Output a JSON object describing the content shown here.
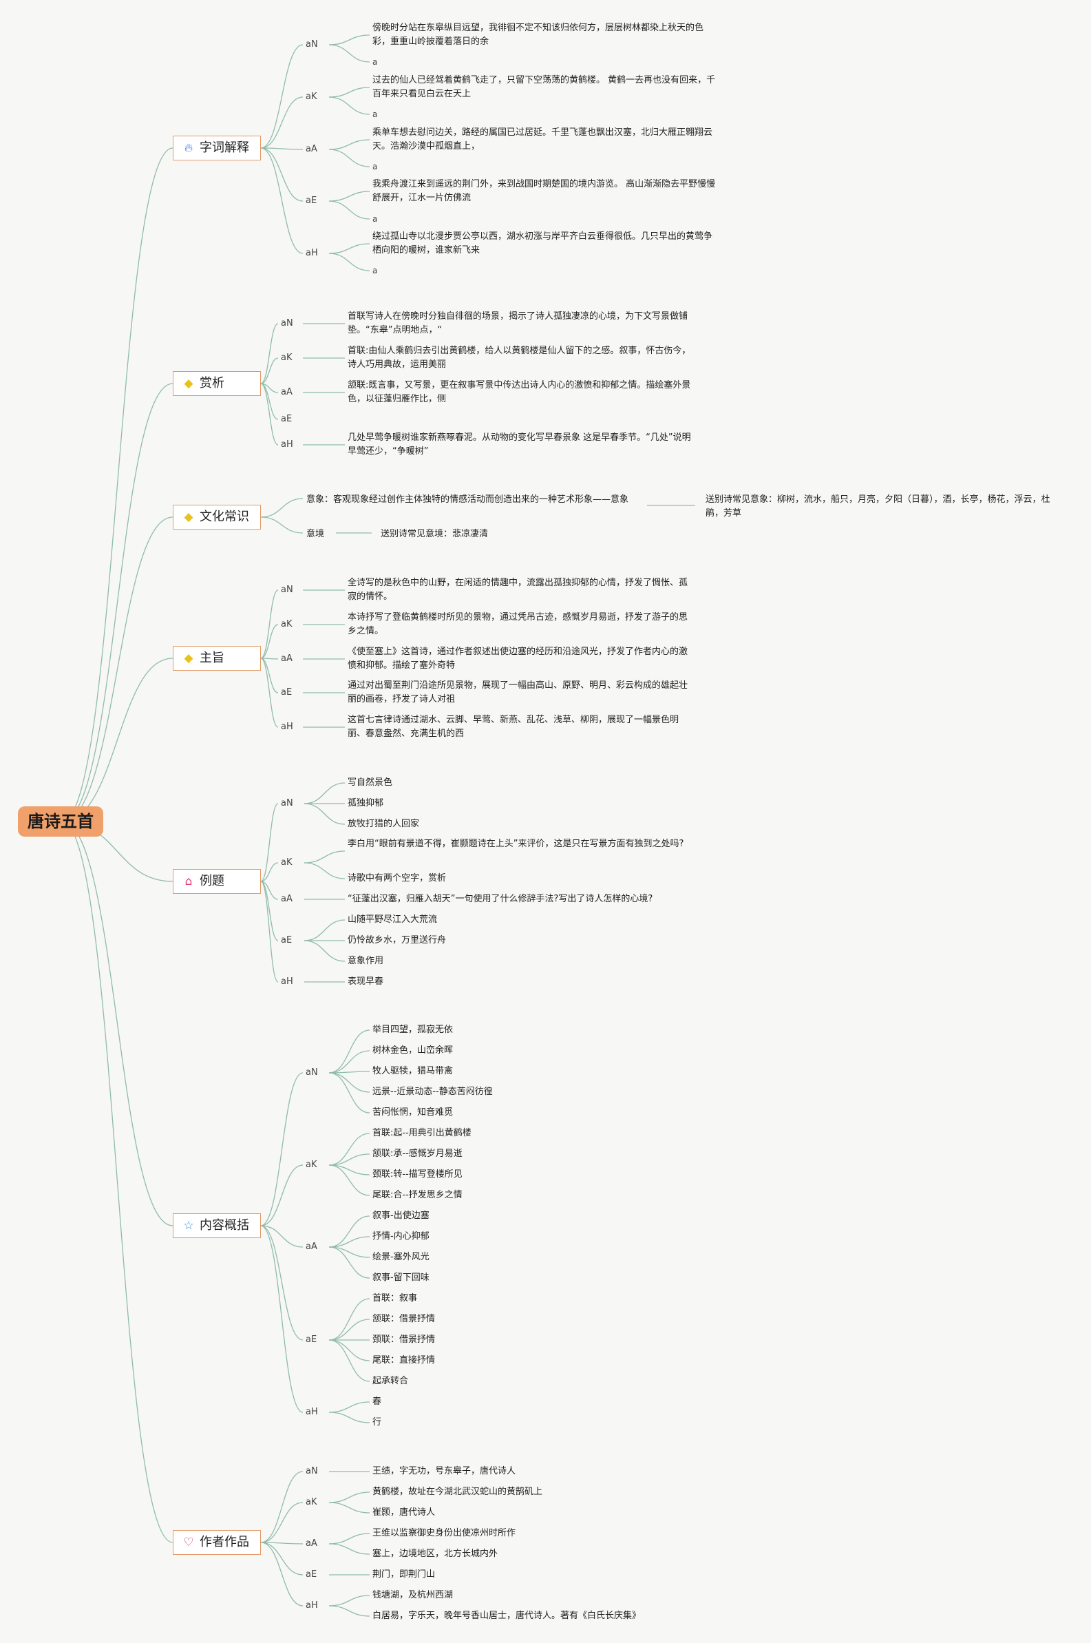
{
  "root": {
    "title": "唐诗五首"
  },
  "branches": {
    "ci": {
      "title": "字词解释",
      "icon": "flame-icon",
      "subs": [
        "aN",
        "aK",
        "aA",
        "aE",
        "aH"
      ],
      "leaves": [
        "傍晚时分站在东皋纵目远望，我徘徊不定不知该归依何方，层层树林都染上秋天的色彩，重重山岭披覆着落日的余",
        "过去的仙人已经驾着黄鹤飞走了，只留下空荡荡的黄鹤楼。 黄鹤一去再也没有回来，千百年来只看见白云在天上",
        "乘单车想去慰问边关，路经的属国已过居延。千里飞蓬也飘出汉塞，北归大雁正翱翔云天。浩瀚沙漠中孤烟直上，",
        "我乘舟渡江来到遥远的荆门外，来到战国时期楚国的境内游览。 高山渐渐隐去平野慢慢舒展开，江水一片仿佛流",
        "绕过孤山寺以北漫步贾公亭以西，湖水初涨与岸平齐白云垂得很低。几只早出的黄莺争栖向阳的暖树，谁家新飞来"
      ],
      "tail": "a"
    },
    "shang": {
      "title": "赏析",
      "icon": "diamond-icon",
      "subs": [
        "aN",
        "aK",
        "aA",
        "aE",
        "aH"
      ],
      "leaves": [
        "首联写诗人在傍晚时分独自徘徊的场景，揭示了诗人孤独凄凉的心境，为下文写景做铺垫。“东皋”点明地点，“",
        "首联:由仙人乘鹤归去引出黄鹤楼，给人以黄鹤楼是仙人留下的之感。叙事，怀古伤今，诗人巧用典故，运用美丽",
        "颔联:既言事，又写景，更在叙事写景中传达出诗人内心的激愤和抑郁之情。描绘塞外景色，以征蓬归雁作比，侧",
        "",
        "几处早莺争暖树谁家新燕啄春泥。从动物的变化写早春景象 这是早春季节。“几处”说明早莺还少，“争暖树”"
      ]
    },
    "wen": {
      "title": "文化常识",
      "icon": "diamond-icon",
      "yixiang": "意象：客观现象经过创作主体独特的情感活动而创造出来的一种艺术形象——意象",
      "yixiang_child": "送别诗常见意象：柳树，流水，船只，月亮，夕阳（日暮），酒，长亭，杨花，浮云，杜鹃，芳草",
      "yijing": "意境",
      "yijing_child": "送别诗常见意境：悲凉凄清"
    },
    "zhu": {
      "title": "主旨",
      "icon": "diamond-icon",
      "subs": [
        "aN",
        "aK",
        "aA",
        "aE",
        "aH"
      ],
      "leaves": [
        "全诗写的是秋色中的山野，在闲适的情趣中，流露出孤独抑郁的心情，抒发了惆怅、孤寂的情怀。",
        "本诗抒写了登临黄鹤楼时所见的景物，通过凭吊古迹，感慨岁月易逝，抒发了游子的思乡之情。",
        "《使至塞上》这首诗，通过作者叙述出使边塞的经历和沿途风光，抒发了作者内心的激愤和抑郁。描绘了塞外奇特",
        "通过对出蜀至荆门沿途所见景物，展现了一幅由高山、原野、明月、彩云构成的雄起壮丽的画卷，抒发了诗人对祖",
        "这首七言律诗通过湖水、云脚、早莺、新燕、乱花、浅草、柳阴，展现了一幅景色明丽、春意盎然、充满生机的西"
      ]
    },
    "li": {
      "title": "例题",
      "icon": "house-icon",
      "subs": [
        "aN",
        "aK",
        "aA",
        "aE",
        "aH"
      ],
      "aN": [
        "写自然景色",
        "孤独抑郁",
        "放牧打猎的人回家"
      ],
      "aK": [
        "李白用“眼前有景道不得，崔颢题诗在上头”来评价，这是只在写景方面有独到之处吗?",
        "诗歌中有两个空字，赏析"
      ],
      "aA": [
        "“征蓬出汉塞，归雁入胡天”一句使用了什么修辞手法?写出了诗人怎样的心境?"
      ],
      "aE": [
        "山随平野尽江入大荒流",
        "仍怜故乡水，万里送行舟",
        "意象作用"
      ],
      "aH": [
        "表现早春"
      ]
    },
    "nei": {
      "title": "内容概括",
      "icon": "star-icon",
      "subs": [
        "aN",
        "aK",
        "aA",
        "aE",
        "aH"
      ],
      "aN": [
        "举目四望，孤寂无依",
        "树林金色，山峦余晖",
        "牧人驱犊，猎马带禽",
        "远景--近景动态--静态苦闷彷徨",
        "苦闷怅惘，知音难觅"
      ],
      "aK": [
        "首联:起--用典引出黄鹤楼",
        "颔联:承--感慨岁月易逝",
        "颈联:转--描写登楼所见",
        "尾联:合--抒发思乡之情"
      ],
      "aA": [
        "叙事-出使边塞",
        "抒情-内心抑郁",
        "绘景-塞外风光",
        "叙事-留下回味"
      ],
      "aE": [
        "首联：叙事",
        "颔联：借景抒情",
        "颈联：借景抒情",
        "尾联：直接抒情",
        "起承转合"
      ],
      "aH": [
        "春",
        "行"
      ]
    },
    "zuo": {
      "title": "作者作品",
      "icon": "heart-icon",
      "subs": [
        "aN",
        "aK",
        "aA",
        "aE",
        "aH"
      ],
      "aN": [
        "王绩，字无功，号东皋子，唐代诗人"
      ],
      "aK": [
        "黄鹤楼，故址在今湖北武汉蛇山的黄鹄矶上",
        "崔颢，唐代诗人"
      ],
      "aA": [
        "王维以监察御史身份出使凉州时所作",
        "塞上，边境地区，北方长城内外"
      ],
      "aE": [
        "荆门，即荆门山"
      ],
      "aH": [
        "钱塘湖，及杭州西湖",
        "白居易，字乐天，晚年号香山居士，唐代诗人。著有《白氏长庆集》"
      ]
    }
  },
  "colors": {
    "line": "#8fbcab",
    "root_fill": "#f0a06a",
    "branch_border": "#e39a68"
  }
}
